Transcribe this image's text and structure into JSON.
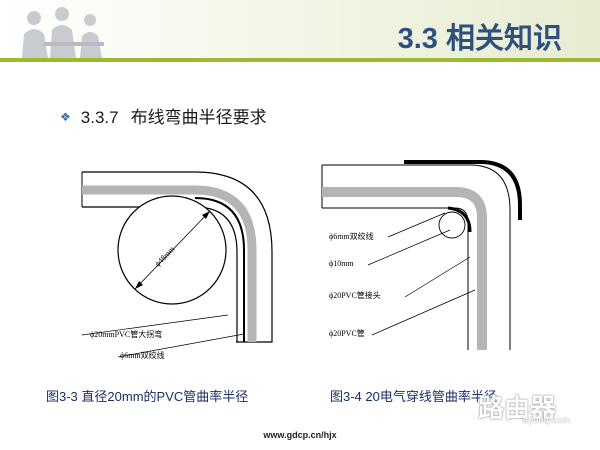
{
  "header": {
    "title": "3.3 相关知识"
  },
  "section": {
    "bullet": "❖",
    "number": "3.3.7",
    "heading": "布线弯曲半径要求"
  },
  "figure1": {
    "diameter_label": "ϕ48mm",
    "pipe_label": "ϕ20mmPVC管大拐弯",
    "cable_label": "ϕ6mm双绞线",
    "caption": "图3-3  直径20mm的PVC管曲率半径"
  },
  "figure2": {
    "label_cable": "ϕ6mm双绞线",
    "label_radius": "ϕ10mm",
    "label_joint": "ϕ20PVC管接头",
    "label_pipe": "ϕ20PVC管",
    "caption": "图3-4  20电气穿线管曲率半径"
  },
  "footer": {
    "url": "www.gdcp.cn/hjx"
  },
  "watermark": {
    "text": "路由器",
    "sub": "luyouqi.com"
  },
  "colors": {
    "title": "#2f4f7f",
    "header_rule": "#9bbb2f",
    "caption": "#1a2f66",
    "pipe_gray": "#b5b5b5"
  }
}
